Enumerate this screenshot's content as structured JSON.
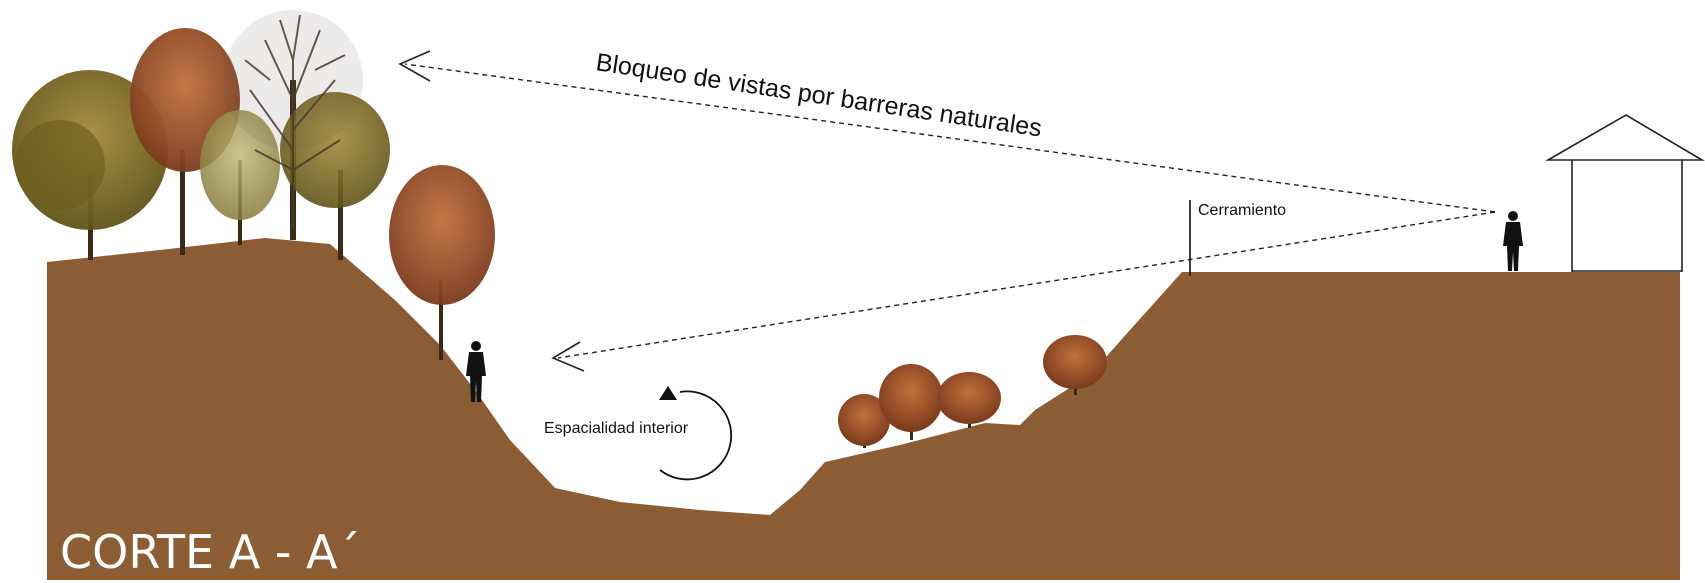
{
  "title": "CORTE A - A´",
  "labels": {
    "sightline": "Bloqueo de vistas por barreras naturales",
    "fence": "Cerramiento",
    "interior": "Espacialidad interior"
  },
  "colors": {
    "terrain": "#8c5d34",
    "background": "#ffffff",
    "foliage_olive": "#7d6a23",
    "foliage_rust": "#9a4a27",
    "foliage_bare": "#6b5a4a",
    "foliage_yellow": "#a59a48",
    "silhouette": "#111111"
  }
}
